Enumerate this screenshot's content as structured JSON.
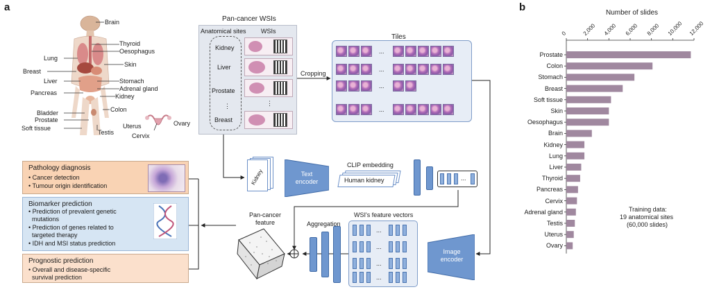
{
  "panel_a": {
    "letter": "a",
    "anatomy_labels": [
      "Brain",
      "Thyroid",
      "Oesophagus",
      "Lung",
      "Skin",
      "Breast",
      "Liver",
      "Stomach",
      "Adrenal gland",
      "Pancreas",
      "Kidney",
      "Colon",
      "Bladder",
      "Prostate",
      "Uterus",
      "Ovary",
      "Soft tissue",
      "Testis",
      "Cervix"
    ],
    "wsi": {
      "title": "Pan-cancer WSIs",
      "col_sites": "Anatomical sites",
      "col_wsis": "WSIs",
      "sites": [
        "Kidney",
        "Liver",
        "Prostate",
        "⋮",
        "Breast"
      ]
    },
    "tiles_title": "Tiles",
    "cropping_label": "Cropping",
    "text_encoder": "Text encoder",
    "clip_title": "CLIP embedding",
    "text_card_front": "Human kidney",
    "text_card_back": "Kidney",
    "pan_cancer_feature": "Pan-cancer feature",
    "aggregation": "Aggregation",
    "feature_vectors_title": "WSI's feature vectors",
    "image_encoder": "Image encoder",
    "outputs": {
      "pathology": {
        "title": "Pathology diagnosis",
        "items": [
          "• Cancer detection",
          "• Tumour origin identification"
        ]
      },
      "biomarker": {
        "title": "Biomarker prediction",
        "items": [
          "• Prediction of prevalent genetic",
          "  mutations",
          "• Prediction of genes related to",
          "  targeted therapy",
          "• IDH and MSI status prediction"
        ]
      },
      "prognostic": {
        "title": "Prognostic prediction",
        "items": [
          "• Overall and disease-specific",
          "  survival prediction"
        ]
      }
    },
    "colors": {
      "pathology_bg": "#f9d3b4",
      "biomarker_bg": "#d6e5f3",
      "prognostic_bg": "#fbe0cc",
      "encoder_blue": "#6f97cf",
      "wsi_panel_bg": "#e4e8ef",
      "tiles_panel_bg": "#e7edf6"
    }
  },
  "panel_b": {
    "letter": "b",
    "annotation": [
      "Training data:",
      "19 anatomical sites",
      "(60,000 slides)"
    ]
  },
  "chart_data": {
    "type": "bar",
    "orientation": "horizontal",
    "title": "",
    "xlabel": "Number of slides",
    "ylabel": "",
    "xlim": [
      0,
      12000
    ],
    "x_ticks": [
      "0",
      "2,000",
      "4,000",
      "6,000",
      "8,000",
      "10,000",
      "12,000"
    ],
    "categories": [
      "Prostate",
      "Colon",
      "Stomach",
      "Breast",
      "Soft tissue",
      "Skin",
      "Oesophagus",
      "Brain",
      "Kidney",
      "Lung",
      "Liver",
      "Thyroid",
      "Pancreas",
      "Cervix",
      "Adrenal gland",
      "Testis",
      "Uterus",
      "Ovary"
    ],
    "values": [
      11700,
      8100,
      6400,
      5300,
      4200,
      4000,
      4000,
      2400,
      1700,
      1700,
      1400,
      1300,
      1100,
      1000,
      900,
      800,
      700,
      600
    ],
    "bar_color": "#a0889f",
    "grid": false
  }
}
